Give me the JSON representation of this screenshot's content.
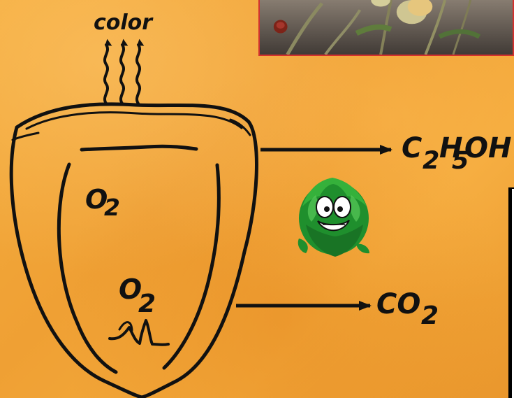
{
  "labels": {
    "color": "color",
    "o2_upper_main": "O",
    "o2_upper_sub": "2",
    "o2_lower_main": "O",
    "o2_lower_sub": "2",
    "ethanol": {
      "c": "C",
      "two": "2",
      "h": "H",
      "five": "5",
      "oh": "OH"
    },
    "co2": {
      "co": "CO",
      "two": "2"
    }
  },
  "colors": {
    "background": "#f2a335",
    "ink": "#111111",
    "photo_border": "#d3312e",
    "artichoke_green": "#1f8f2d"
  },
  "icons": {
    "artichoke": "artichoke-mascot",
    "photo": "tomato-plant-photo"
  }
}
